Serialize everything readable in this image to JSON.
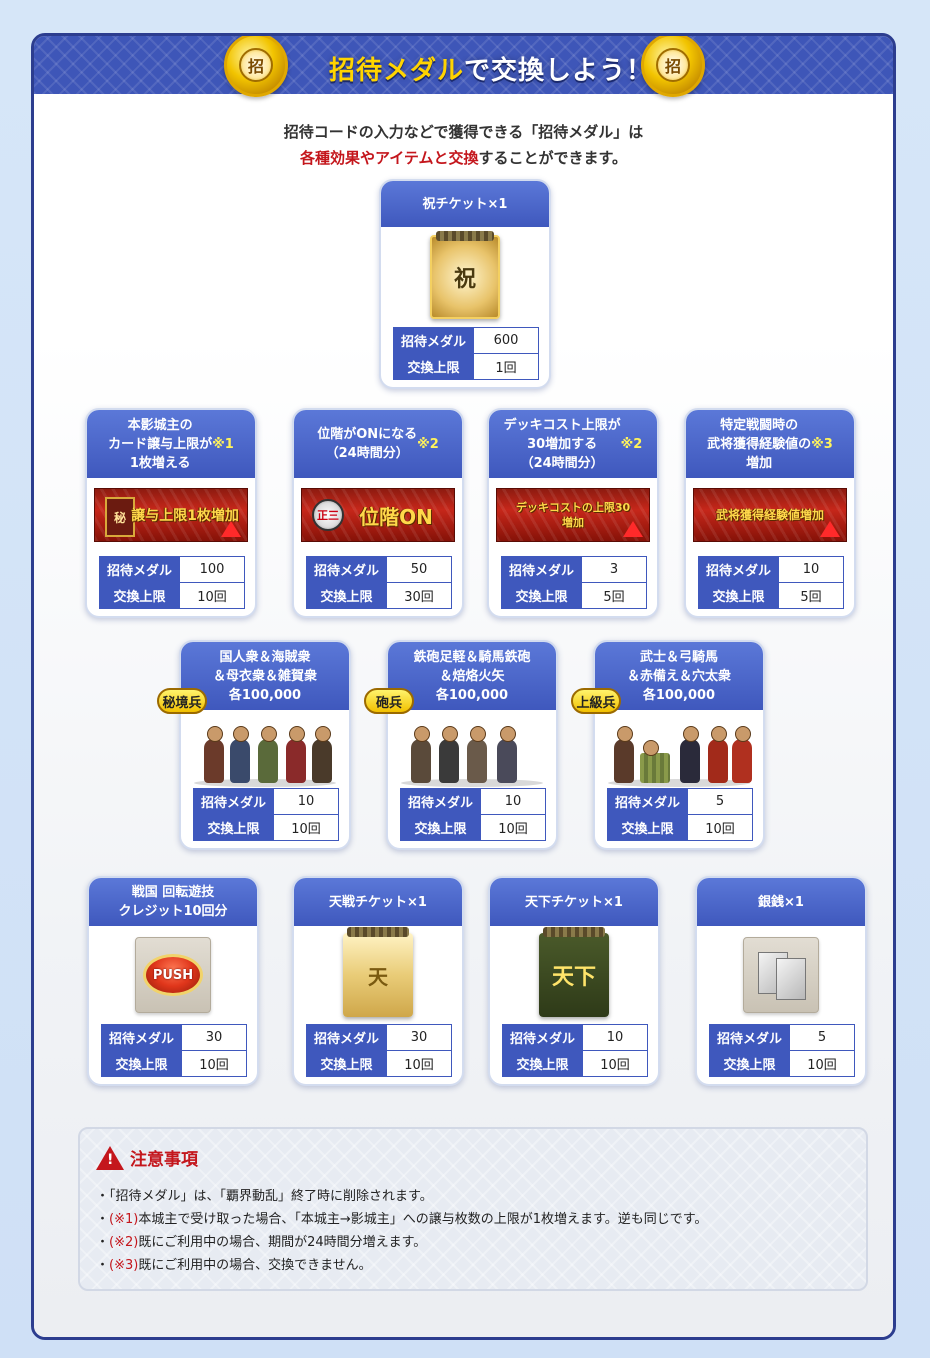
{
  "header": {
    "title_highlight": "招待メダル",
    "title_rest": "で交換しよう！",
    "medal_left_icon": "medal-icon",
    "medal_right_icon": "medal-icon"
  },
  "intro": {
    "line1": "招待コードの入力などで獲得できる「招待メダル」は",
    "line2_red": "各種効果やアイテムと交換",
    "line2_rest": "することができます。"
  },
  "table_labels": {
    "medal": "招待メダル",
    "limit": "交換上限"
  },
  "items": [
    {
      "id": "iwai",
      "title": "祝チケット×1",
      "note": "",
      "medal": "600",
      "limit": "1回"
    },
    {
      "id": "transfer",
      "title": "本影城主の\nカード譲与上限が\n1枚増える ",
      "note": "※1",
      "medal": "100",
      "limit": "10回",
      "banner": "譲与上限1枚増加"
    },
    {
      "id": "rank",
      "title": "位階がONになる\n（24時間分） ",
      "note": "※2",
      "medal": "50",
      "limit": "30回",
      "banner": "位階ON",
      "rank_badge": "正三"
    },
    {
      "id": "deck",
      "title": "デッキコスト上限が\n30増加する\n（24時間分） ",
      "note": "※2",
      "medal": "3",
      "limit": "5回",
      "banner": "デッキコストの上限30増加"
    },
    {
      "id": "exp",
      "title": "特定戦闘時の\n武将獲得経験値の\n増加 ",
      "note": "※3",
      "medal": "10",
      "limit": "5回",
      "banner": "武将獲得経験値増加"
    },
    {
      "id": "troop1",
      "title": "国人衆＆海賊衆\n＆母衣衆＆雑賀衆\n各100,000",
      "note": "",
      "medal": "10",
      "limit": "10回",
      "label": "秘境兵"
    },
    {
      "id": "troop2",
      "title": "鉄砲足軽＆騎馬鉄砲\n＆焙烙火矢\n各100,000",
      "note": "",
      "medal": "10",
      "limit": "10回",
      "label": "砲兵"
    },
    {
      "id": "troop3",
      "title": "武士＆弓騎馬\n＆赤備え＆穴太衆\n各100,000",
      "note": "",
      "medal": "5",
      "limit": "10回",
      "label": "上級兵"
    },
    {
      "id": "credit",
      "title": "戦国 回転遊技\nクレジット10回分",
      "note": "",
      "medal": "30",
      "limit": "10回",
      "icon_label": "PUSH"
    },
    {
      "id": "tensen",
      "title": "天戦チケット×1",
      "note": "",
      "medal": "30",
      "limit": "10回"
    },
    {
      "id": "tenka",
      "title": "天下チケット×1",
      "note": "",
      "medal": "10",
      "limit": "10回"
    },
    {
      "id": "ginsen",
      "title": "銀銭×1",
      "note": "",
      "medal": "5",
      "limit": "10回"
    }
  ],
  "caution": {
    "title": "注意事項",
    "items": [
      {
        "ref": "",
        "text": "・「招待メダル」は、「覇界動乱」終了時に削除されます。"
      },
      {
        "ref": "(※1)",
        "text": "本城主で受け取った場合、「本城主→影城主」への譲与枚数の上限が1枚増えます。逆も同じです。"
      },
      {
        "ref": "(※2)",
        "text": "既にご利用中の場合、期間が24時間分増えます。"
      },
      {
        "ref": "(※3)",
        "text": "既にご利用中の場合、交換できません。"
      }
    ]
  },
  "colors": {
    "accent_blue": "#3f58bd",
    "border_navy": "#2c3d8f",
    "red": "#c4161c",
    "gold": "#ffd400"
  }
}
